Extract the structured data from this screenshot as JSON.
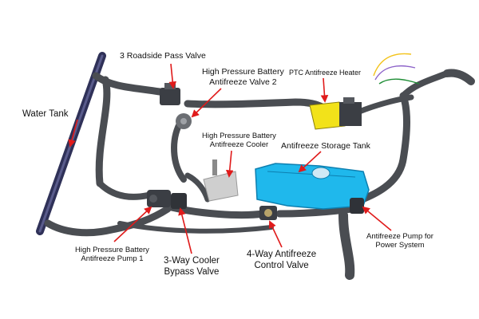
{
  "labels": {
    "water_tank": "Water Tank",
    "roadside_pass_valve": "3 Roadside Pass Valve",
    "hp_battery_valve_2": [
      "High Pressure Battery",
      "Antifreeze Valve 2"
    ],
    "ptc_heater": "PTC Antifreeze Heater",
    "hp_battery_cooler": [
      "High Pressure Battery",
      "Antifreeze Cooler"
    ],
    "storage_tank": "Antifreeze Storage Tank",
    "hp_battery_pump_1": [
      "High Pressure Battery",
      "Antifreeze Pump 1"
    ],
    "cooler_bypass_valve": [
      "3-Way Cooler",
      "Bypass Valve"
    ],
    "control_valve": [
      "4-Way Antifreeze",
      "Control Valve"
    ],
    "power_pump": [
      "Antifreeze Pump for",
      "Power System"
    ]
  },
  "colors": {
    "arrow": "#e01b1b",
    "hose": "#4a4d52",
    "tank": "#1fb8ec",
    "heater": "#f2e21a",
    "radiator": "#3d3f6e"
  }
}
